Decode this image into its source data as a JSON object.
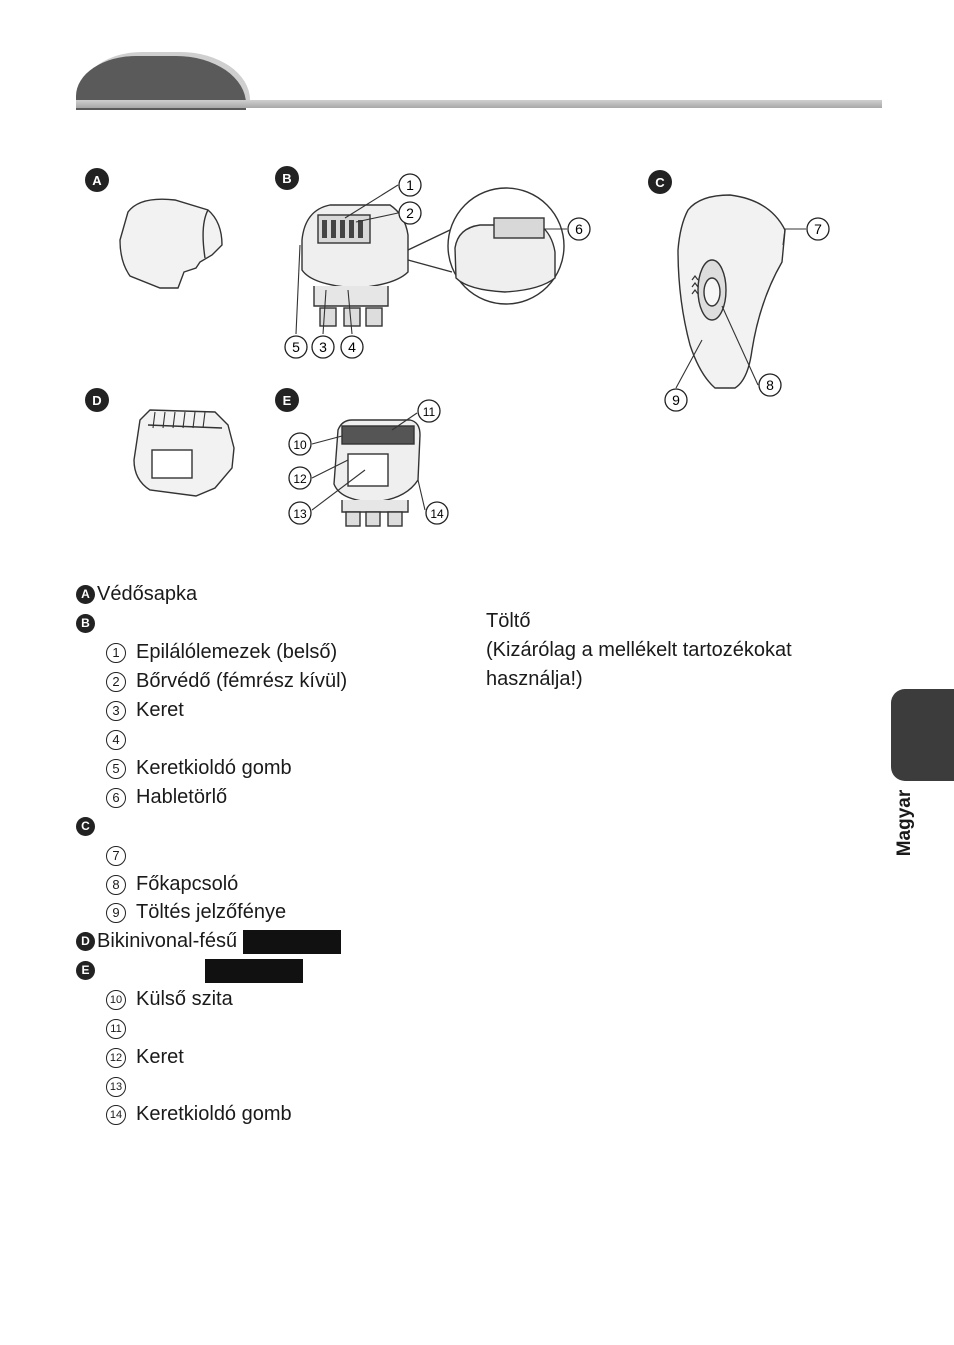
{
  "side_tab": {
    "label": "Magyar"
  },
  "figure": {
    "badges": {
      "a": "A",
      "b": "B",
      "c": "C",
      "d": "D",
      "e": "E"
    },
    "callouts": [
      "1",
      "2",
      "3",
      "4",
      "5",
      "6",
      "7",
      "8",
      "9",
      "10",
      "11",
      "12",
      "13",
      "14"
    ]
  },
  "legend": {
    "a": {
      "badge": "A",
      "text": "Védősapka"
    },
    "b": {
      "badge": "B",
      "items": [
        {
          "num": "1",
          "text": "Epilálólemezek (belső)"
        },
        {
          "num": "2",
          "text": "Bőrvédő (fémrész kívül)"
        },
        {
          "num": "3",
          "text": "Keret"
        },
        {
          "num": "4",
          "text": ""
        },
        {
          "num": "5",
          "text": "Keretkioldó gomb"
        },
        {
          "num": "6",
          "text": "Habletörlő"
        }
      ]
    },
    "c": {
      "badge": "C",
      "items": [
        {
          "num": "7",
          "text": ""
        },
        {
          "num": "8",
          "text": "Főkapcsoló"
        },
        {
          "num": "9",
          "text": "Töltés jelzőfénye"
        }
      ]
    },
    "d": {
      "badge": "D",
      "text": "Bikinivonal-fésű"
    },
    "e": {
      "badge": "E",
      "items": [
        {
          "num": "10",
          "text": "Külső szita"
        },
        {
          "num": "11",
          "text": ""
        },
        {
          "num": "12",
          "text": "Keret"
        },
        {
          "num": "13",
          "text": ""
        },
        {
          "num": "14",
          "text": "Keretkioldó gomb"
        }
      ]
    }
  },
  "charger": {
    "title": "Töltő",
    "note_line1": "(Kizárólag a mellékelt tartozékokat",
    "note_line2": "használja!)"
  }
}
